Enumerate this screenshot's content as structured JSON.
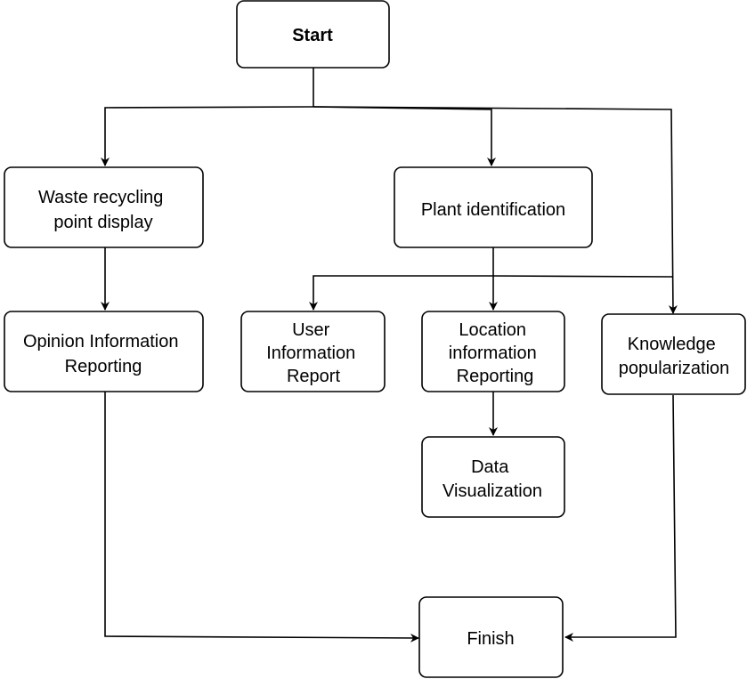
{
  "nodes": {
    "start": {
      "lines": [
        "Start"
      ]
    },
    "waste": {
      "lines": [
        "Waste recycling",
        "point display"
      ]
    },
    "plant": {
      "lines": [
        "Plant identification"
      ]
    },
    "opinion": {
      "lines": [
        "Opinion Information",
        "Reporting"
      ]
    },
    "user": {
      "lines": [
        "User",
        "Information",
        "Report"
      ]
    },
    "location": {
      "lines": [
        "Location",
        "information",
        "Reporting"
      ]
    },
    "knowledge": {
      "lines": [
        "Knowledge",
        "popularization"
      ]
    },
    "dataviz": {
      "lines": [
        "Data",
        "Visualization"
      ]
    },
    "finish": {
      "lines": [
        "Finish"
      ]
    }
  },
  "colors": {
    "stroke": "#000000",
    "fill": "#ffffff"
  }
}
